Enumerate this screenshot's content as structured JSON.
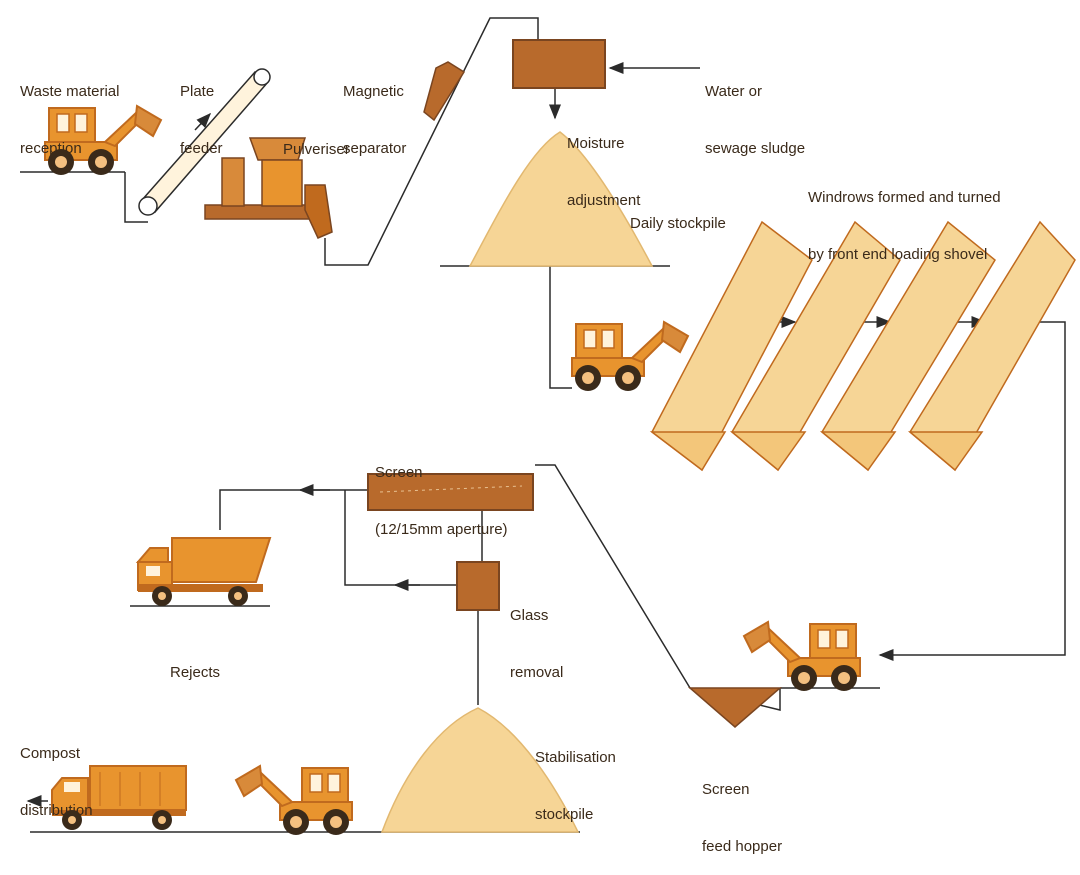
{
  "labels": {
    "waste_reception": [
      "Waste material",
      "reception"
    ],
    "plate_feeder": [
      "Plate",
      "feeder"
    ],
    "pulveriser": "Pulveriser",
    "magnetic_separator": [
      "Magnetic",
      "separator"
    ],
    "water_sludge": [
      "Water or",
      "sewage sludge"
    ],
    "moisture_adjustment": [
      "Moisture",
      "adjustment"
    ],
    "daily_stockpile": "Daily stockpile",
    "windrows": [
      "Windrows formed and turned",
      "by front end loading shovel"
    ],
    "screen": [
      "Screen",
      "(12/15mm aperture)"
    ],
    "glass_removal": [
      "Glass",
      "removal"
    ],
    "rejects": "Rejects",
    "compost_distribution": [
      "Compost",
      "distribution"
    ],
    "stabilisation_stockpile": [
      "Stabilisation",
      "stockpile"
    ],
    "screen_feed_hopper": [
      "Screen",
      "feed hopper"
    ]
  },
  "colors": {
    "machine_orange": "#e8942e",
    "machine_dark": "#c06a1e",
    "wheel_dark": "#3a2a1a",
    "box_brown": "#b86a2c",
    "compost_sand": "#f6d596",
    "compost_edge": "#e2b870",
    "flow_line": "#2b2b2b",
    "text": "#3a2a1a"
  },
  "icons": [
    "front-loader-icon",
    "plate-feeder-icon",
    "pulveriser-icon",
    "magnetic-separator-icon",
    "mixing-tank-icon",
    "dump-truck-icon",
    "cargo-truck-icon",
    "hopper-icon",
    "screen-icon",
    "glass-removal-icon"
  ]
}
